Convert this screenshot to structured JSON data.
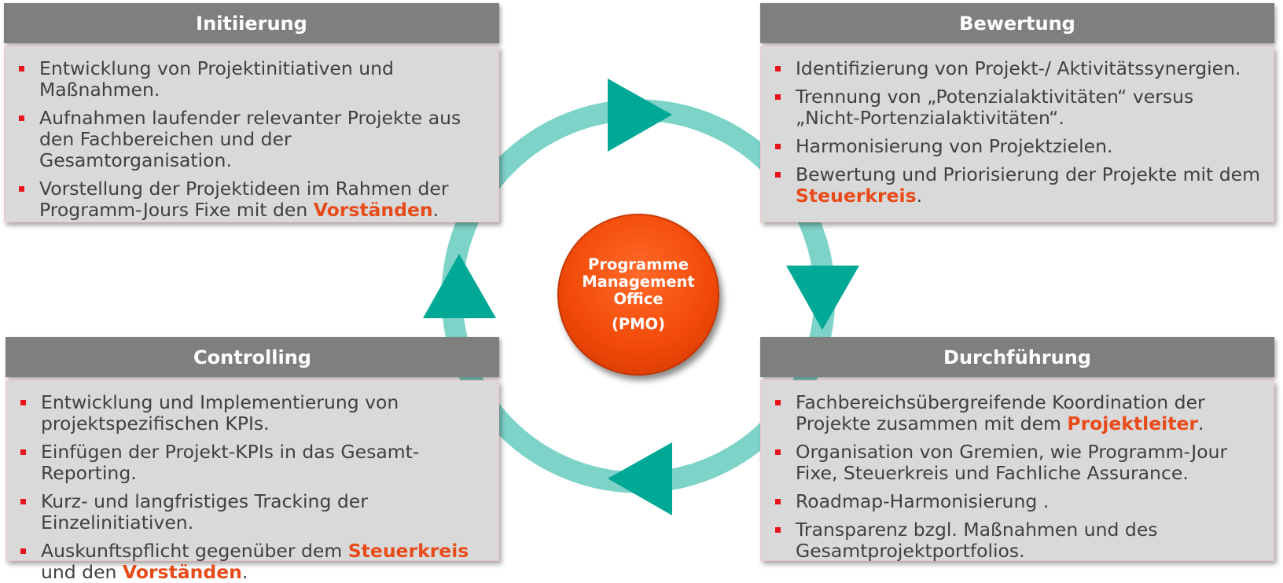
{
  "center": {
    "line1": "Programme",
    "line2": "Management",
    "line3": "Office",
    "abbr": "(PMO)"
  },
  "panels": {
    "initiierung": {
      "title": "Initiierung",
      "items": [
        {
          "text": "Entwicklung von Projektinitiativen und Maßnahmen."
        },
        {
          "text": "Aufnahmen laufender relevanter Projekte aus den Fachbereichen und der Gesamtorganisation."
        },
        {
          "pre": "Vorstellung der Projektideen im Rahmen der Programm-Jours Fixe mit den ",
          "emph": "Vorständen",
          "post": "."
        }
      ]
    },
    "bewertung": {
      "title": "Bewertung",
      "items": [
        {
          "text": "Identifizierung von Projekt-/ Aktivitätssynergien."
        },
        {
          "text": "Trennung von „Potenzialaktivitäten“ versus „Nicht-Portenzialaktivitäten“."
        },
        {
          "text": "Harmonisierung von Projektzielen."
        },
        {
          "pre": "Bewertung und Priorisierung der Projekte mit dem ",
          "emph": "Steuerkreis",
          "post": "."
        }
      ]
    },
    "controlling": {
      "title": "Controlling",
      "items": [
        {
          "text": "Entwicklung und Implementierung von projektspezifischen KPIs."
        },
        {
          "text": "Einfügen der Projekt-KPIs in das Gesamt-Reporting."
        },
        {
          "text": "Kurz- und langfristiges Tracking der Einzelinitiativen."
        },
        {
          "pre": "Auskunftspflicht gegenüber dem ",
          "emph": "Steuerkreis",
          "mid": " und den ",
          "emph2": "Vorständen",
          "post": "."
        }
      ]
    },
    "durchfuehrung": {
      "title": "Durchführung",
      "items": [
        {
          "pre": "Fachbereichsübergreifende Koordination der Projekte zusammen mit dem ",
          "emph": "Projektleiter",
          "post": "."
        },
        {
          "text": "Organisation von Gremien, wie Programm-Jour Fixe, Steuerkreis und Fachliche Assurance."
        },
        {
          "text": "Roadmap-Harmonisierung ."
        },
        {
          "text": "Transparenz bzgl. Maßnahmen und des Gesamtprojektportfolios."
        }
      ]
    }
  },
  "colors": {
    "ring": "#7ed3c9",
    "arrow": "#00a896",
    "header": "#7f7f7f",
    "panel_bg": "#d9d9d9",
    "bullet": "#e8141c",
    "emphasis": "#e84b1a",
    "center": "#f24a08"
  }
}
